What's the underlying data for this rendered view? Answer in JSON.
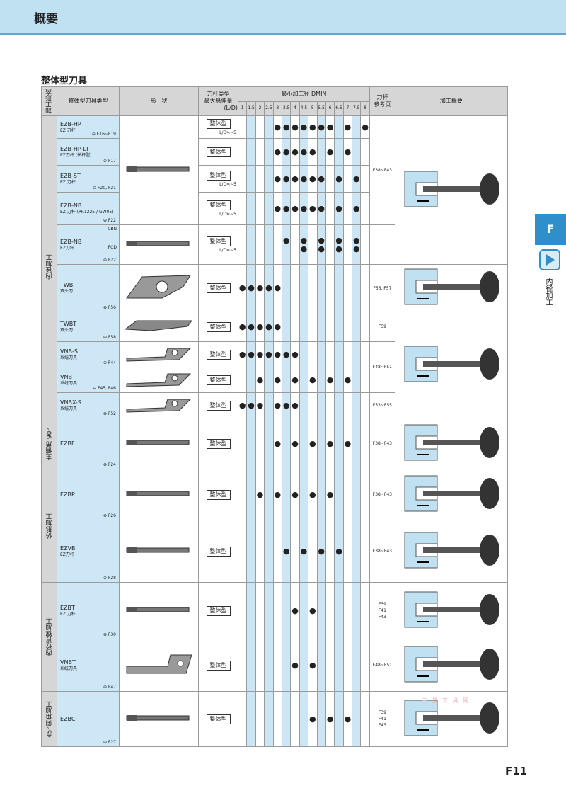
{
  "header": {
    "title": "概要"
  },
  "section_title": "整体型刀具",
  "side": {
    "tab": "F",
    "label": "内径加工"
  },
  "page_number": "F11",
  "watermark": "三  量  工  具  网",
  "table": {
    "headers": {
      "category": "加工形态",
      "tool_type": "整体型刀具类型",
      "shape": "形　状",
      "holder_type": "刀杆类型",
      "max_overhang": "最大悬伸量",
      "ld_unit": "(L/D)",
      "dmin": "最小加工径 DMIN",
      "dmin_cols": [
        "1",
        "1.5",
        "2",
        "2.5",
        "3",
        "3.5",
        "4",
        "4.5",
        "5",
        "5.5",
        "6",
        "6.5",
        "7",
        "7.5",
        "8"
      ],
      "holder": "刀杆",
      "holder_ref": "参考页",
      "overview": "加工概要"
    },
    "categories": [
      {
        "name": "内径加工"
      },
      {
        "name": "主偏角 90°"
      },
      {
        "name": "仿形加工"
      },
      {
        "name": "内径背镗加工"
      },
      {
        "name": "45°倒角加工"
      }
    ],
    "rows": [
      {
        "code": "EZB-HP",
        "sub": "EZ 刀杆",
        "ref": "⊖ F16~F19",
        "type": "整体型",
        "ld": "L/D≒~5",
        "dots": [
          0,
          0,
          0,
          0,
          1,
          1,
          1,
          1,
          1,
          1,
          1,
          0,
          1,
          0,
          1,
          1
        ],
        "holder_ref": "F38~F43"
      },
      {
        "code": "EZB-HP-LT",
        "sub": "EZ刀杆 (长杆型)",
        "ref": "⊖ F17",
        "type": "整体型",
        "ld": "",
        "dots": [
          0,
          0,
          0,
          0,
          1,
          1,
          1,
          1,
          1,
          0,
          1,
          0,
          1,
          0,
          0,
          0
        ]
      },
      {
        "code": "EZB-ST",
        "sub": "EZ 刀杆",
        "ref": "⊖ F20, F21",
        "type": "整体型",
        "ld": "L/D≒~5",
        "dots": [
          0,
          0,
          0,
          0,
          1,
          1,
          1,
          1,
          1,
          1,
          0,
          1,
          0,
          1,
          0,
          1
        ]
      },
      {
        "code": "EZB-NB",
        "sub": "EZ 刀杆 (PR1225 / GW05)",
        "ref": "⊖ F22",
        "type": "整体型",
        "ld": "L/D≒~5",
        "dots": [
          0,
          0,
          0,
          0,
          1,
          1,
          1,
          1,
          1,
          1,
          0,
          1,
          0,
          1,
          0,
          1
        ]
      },
      {
        "code": "EZB-NB",
        "sub": "EZ刀杆",
        "ref": "⊖ F22",
        "badge1": "CBN",
        "badge2": "PCD",
        "type": "整体型",
        "ld": "L/D≒~5",
        "dots_cbn": [
          0,
          0,
          0,
          0,
          0,
          1,
          0,
          1,
          0,
          1,
          0,
          1,
          0,
          1,
          0
        ],
        "dots_pcd": [
          0,
          0,
          0,
          0,
          0,
          0,
          0,
          1,
          0,
          1,
          0,
          1,
          0,
          1,
          0
        ]
      },
      {
        "code": "TWB",
        "sub": "双头刀",
        "ref": "⊖ F56",
        "type": "整体型",
        "dots": [
          1,
          1,
          1,
          1,
          1,
          0,
          0,
          0,
          0,
          0,
          0,
          0,
          0,
          0,
          0
        ],
        "holder_ref": "F56, F57"
      },
      {
        "code": "TWBT",
        "sub": "双头刀",
        "ref": "⊖ F58",
        "type": "整体型",
        "dots": [
          1,
          1,
          1,
          1,
          1,
          0,
          0,
          0,
          0,
          0,
          0,
          0,
          0,
          0,
          0
        ],
        "holder_ref": "F59"
      },
      {
        "code": "VNB-S",
        "sub": "系统刀具",
        "ref": "⊖ F44",
        "type": "整体型",
        "dots": [
          1,
          1,
          1,
          1,
          1,
          1,
          1,
          0,
          0,
          0,
          0,
          0,
          0,
          0,
          0
        ],
        "holder_ref": "F48~F51"
      },
      {
        "code": "VNB",
        "sub": "系统刀具",
        "ref": "⊖ F45, F46",
        "type": "整体型",
        "dots": [
          0,
          0,
          1,
          0,
          1,
          0,
          1,
          0,
          1,
          0,
          1,
          0,
          1,
          0,
          0
        ]
      },
      {
        "code": "VNBX-S",
        "sub": "系统刀具",
        "ref": "⊖ F52",
        "type": "整体型",
        "dots": [
          1,
          1,
          1,
          0,
          1,
          1,
          1,
          0,
          0,
          0,
          0,
          0,
          0,
          0,
          0
        ],
        "holder_ref": "F53~F55"
      },
      {
        "code": "EZBF",
        "sub": "",
        "ref": "⊖ F24",
        "type": "整体型",
        "dots": [
          0,
          0,
          0,
          0,
          1,
          0,
          1,
          0,
          1,
          0,
          1,
          0,
          1,
          0,
          0
        ],
        "holder_ref": "F38~F43"
      },
      {
        "code": "EZBP",
        "sub": "",
        "ref": "⊖ F26",
        "type": "整体型",
        "dots": [
          0,
          0,
          1,
          0,
          1,
          0,
          1,
          0,
          1,
          0,
          1,
          0,
          0,
          0,
          0
        ],
        "holder_ref": "F38~F43"
      },
      {
        "code": "EZVB",
        "sub": "EZ刀杆",
        "ref": "⊖ F28",
        "type": "整体型",
        "dots": [
          0,
          0,
          0,
          0,
          0,
          1,
          0,
          1,
          0,
          1,
          0,
          1,
          0,
          0,
          0
        ],
        "holder_ref": "F38~F43"
      },
      {
        "code": "EZBT",
        "sub": "EZ 刀杆",
        "ref": "⊖ F30",
        "type": "整体型",
        "dots": [
          0,
          0,
          0,
          0,
          0,
          0,
          1,
          0,
          1,
          0,
          0,
          0,
          0,
          0,
          0
        ],
        "holder_ref": "F39\nF41\nF43"
      },
      {
        "code": "VNBT",
        "sub": "系统刀具",
        "ref": "⊖ F47",
        "type": "整体型",
        "dots": [
          0,
          0,
          0,
          0,
          0,
          0,
          1,
          0,
          1,
          0,
          0,
          0,
          0,
          0,
          0
        ],
        "holder_ref": "F48~F51"
      },
      {
        "code": "EZBC",
        "sub": "",
        "ref": "⊖ F27",
        "type": "整体型",
        "dots": [
          0,
          0,
          0,
          0,
          0,
          0,
          0,
          0,
          1,
          0,
          1,
          0,
          1,
          0,
          0
        ],
        "holder_ref": "F39\nF41\nF43"
      }
    ]
  }
}
